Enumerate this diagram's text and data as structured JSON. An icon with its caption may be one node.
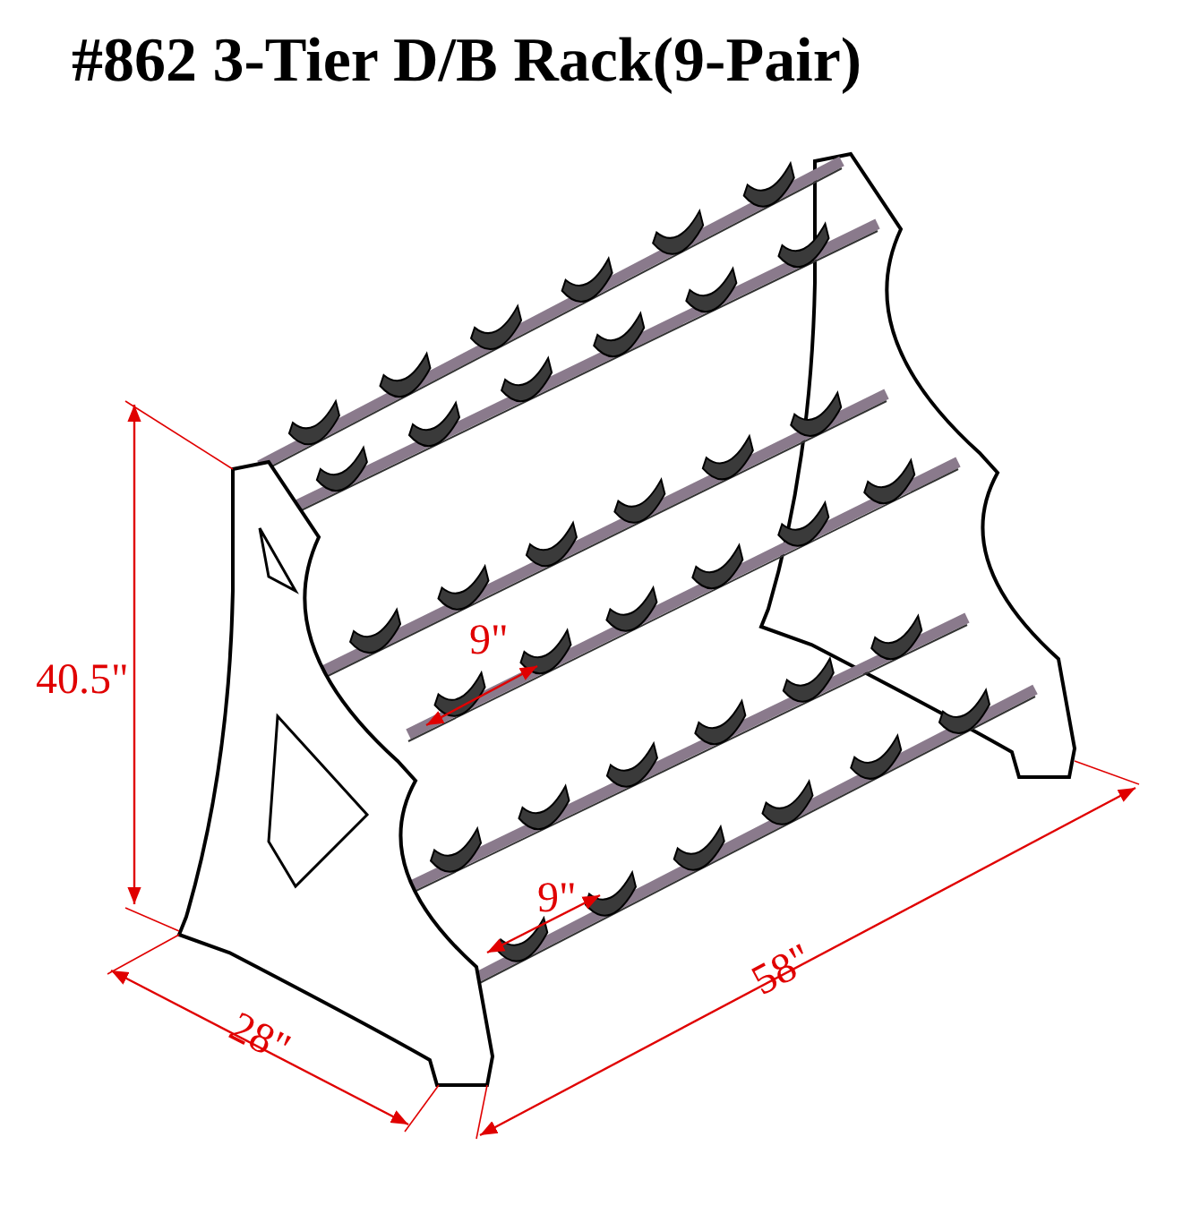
{
  "diagram": {
    "title": "#862 3-Tier D/B Rack(9-Pair)",
    "labels": [
      "40.5\"",
      "9\"",
      "9\"",
      "28\"",
      "58\""
    ]
  }
}
